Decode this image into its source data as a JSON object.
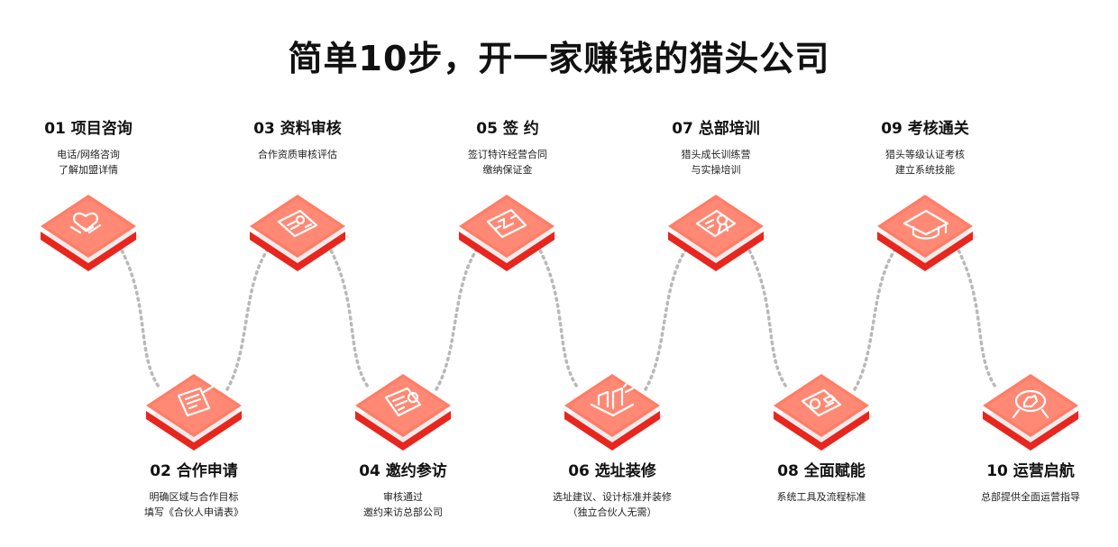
{
  "title": "简单10步，开一家赚钱的猎头公司",
  "colors": {
    "tile_top": "#ff7d67",
    "tile_side": "#e8261d",
    "dot": "#b9b9b9"
  },
  "steps": [
    {
      "label": "01 项目咨询",
      "lines": [
        "电话/网络咨询",
        "了解加盟详情"
      ],
      "icon": "handshake-heart-icon"
    },
    {
      "label": "02 合作申请",
      "lines": [
        "明确区域与合作目标",
        "填写《合伙人申请表》"
      ],
      "icon": "application-form-icon"
    },
    {
      "label": "03 资料审核",
      "lines": [
        "合作资质审核评估"
      ],
      "icon": "id-card-review-icon"
    },
    {
      "label": "04 邀约参访",
      "lines": [
        "审核通过",
        "邀约来访总部公司"
      ],
      "icon": "invitation-document-icon"
    },
    {
      "label": "05 签 约",
      "lines": [
        "签订特许经营合同",
        "缴纳保证金"
      ],
      "icon": "contract-icon"
    },
    {
      "label": "06 选址装修",
      "lines": [
        "选址建议、设计标准并装修",
        "（独立合伙人无需）"
      ],
      "icon": "building-tools-icon"
    },
    {
      "label": "07 总部培训",
      "lines": [
        "猎头成长训练营",
        "与实操培训"
      ],
      "icon": "training-certificate-icon"
    },
    {
      "label": "08 全面赋能",
      "lines": [
        "系统工具及流程标准"
      ],
      "icon": "system-tools-icon"
    },
    {
      "label": "09 考核通关",
      "lines": [
        "猎头等级认证考核",
        "建立系统技能"
      ],
      "icon": "graduation-cap-icon"
    },
    {
      "label": "10 运营启航",
      "lines": [
        "总部提供全面运营指导"
      ],
      "icon": "thumbs-up-badge-icon"
    }
  ]
}
